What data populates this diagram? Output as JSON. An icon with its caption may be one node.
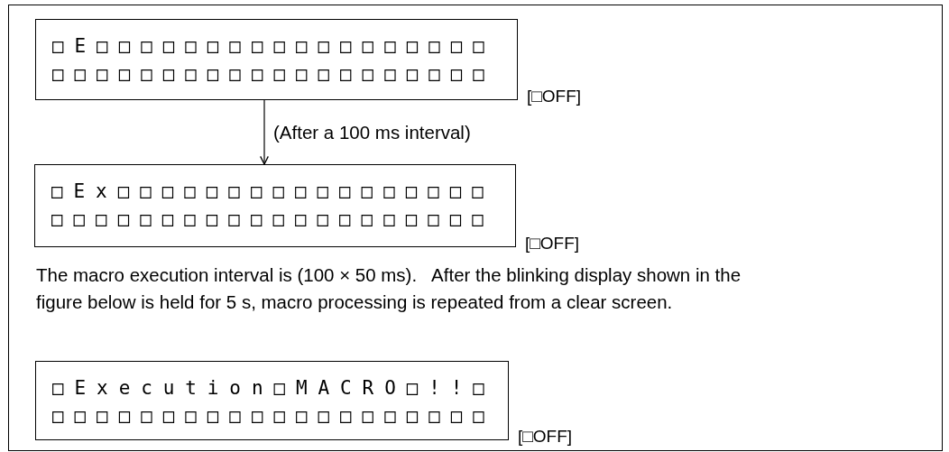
{
  "diagram": {
    "nodes": [
      {
        "text": [
          "The macro execution interval is (100 × 50 ms).   After the blinking display shown in the figure below is held for 5 s, macro processing is repeated from a clear screen."
        ]
      },
      {
        "text": [
          "□E□□□□□□□□□□□□□□□□□□",
          "□□□□□□□□□□□□□□□□□□□□"
        ],
        "in": 0,
        "beside": [
          "[□OFF]"
        ]
      },
      {
        "text": [
          "□Ex□□□□□□□□□□□□□□□□□",
          "□□□□□□□□□□□□□□□□□□□□"
        ],
        "in": 0,
        "beside": [
          "[□OFF]"
        ]
      },
      {
        "text": [
          "□Execution□MACRO□!!□",
          "□□□□□□□□□□□□□□□□□□□□"
        ],
        "in": 0,
        "beside": [
          "[□OFF]"
        ]
      }
    ],
    "edges": [
      {
        "from": 1,
        "to": 2,
        "arrow": "to",
        "label": "(After a 100 ms interval)"
      }
    ]
  }
}
